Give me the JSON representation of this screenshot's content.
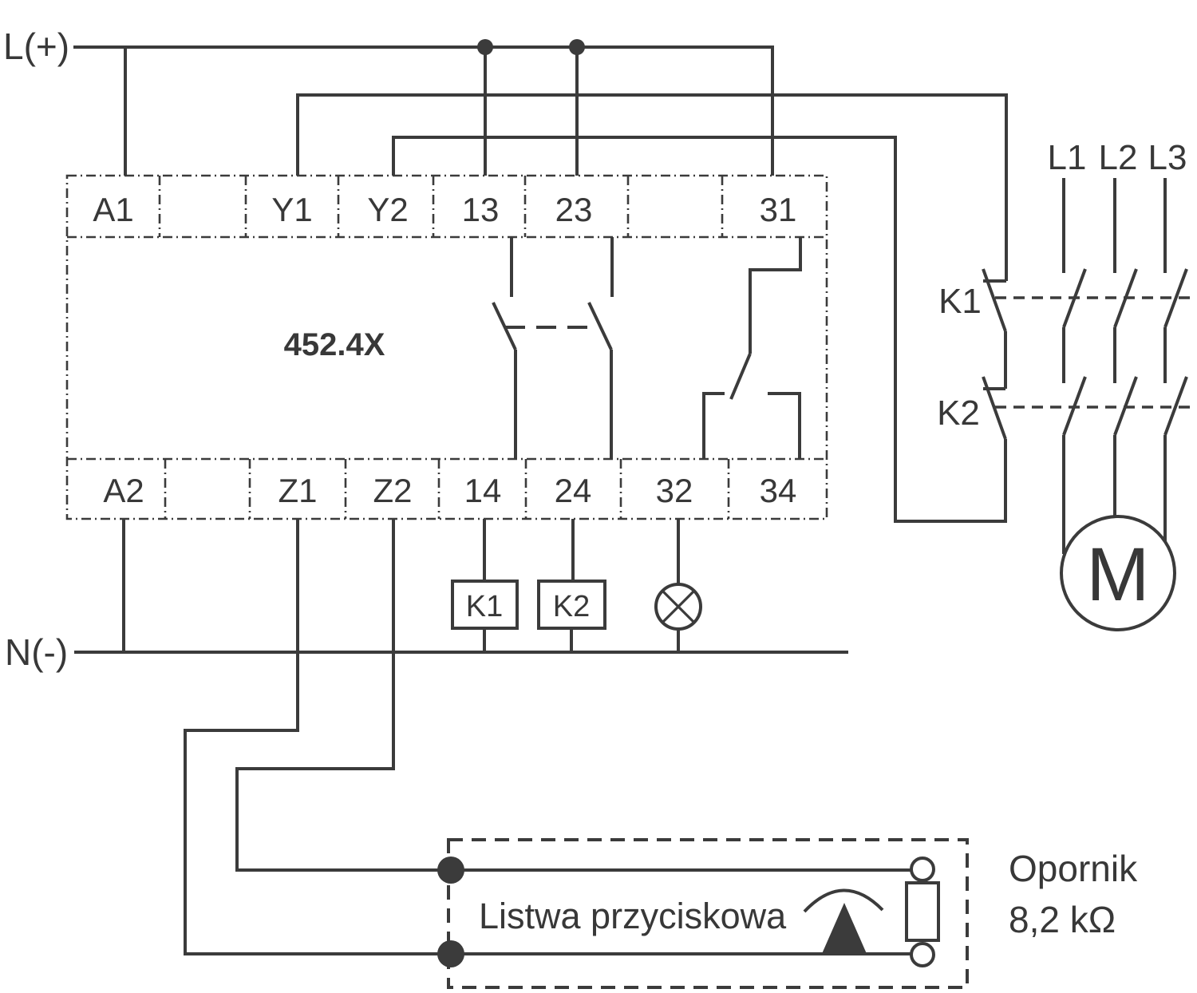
{
  "diagram": {
    "device_model": "452.4X",
    "bus": {
      "positive": "L(+)",
      "negative": "N(-)"
    },
    "phases": [
      "L1",
      "L2",
      "L3"
    ],
    "contactor_contacts": {
      "k1": "K1",
      "k2": "K2"
    },
    "coils": {
      "k1": "K1",
      "k2": "K2"
    },
    "motor_letter": "M",
    "terminals_top": [
      "A1",
      "",
      "Y1",
      "Y2",
      "13",
      "23",
      "",
      "31"
    ],
    "terminals_bottom": [
      "A2",
      "",
      "Z1",
      "Z2",
      "14",
      "24",
      "32",
      "34"
    ],
    "button_strip_label": "Listwa przyciskowa",
    "resistor_label_line1": "Opornik",
    "resistor_label_line2": "8,2 kΩ",
    "colors": {
      "stroke": "#3b3b3b",
      "text": "#383838",
      "background": "#ffffff"
    }
  }
}
